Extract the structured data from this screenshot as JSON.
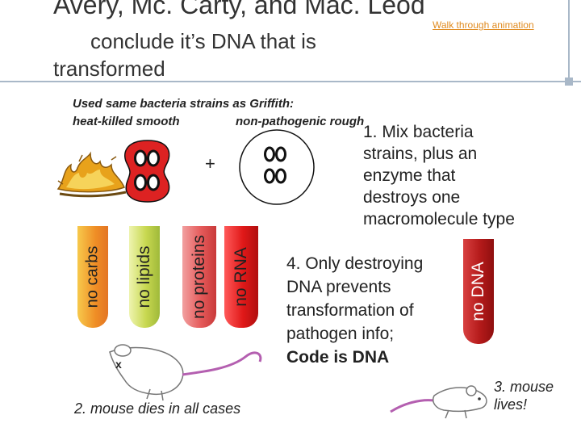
{
  "title": {
    "line1": "Avery, Mc. Carty, and Mac. Leod",
    "line2": "conclude it’s DNA that is",
    "line3": "transformed"
  },
  "header_link": "Walk through animation",
  "intro": {
    "line1": "Used same bacteria strains as Griffith:",
    "heat_killed": "heat-killed smooth",
    "nonpath": "non-pathogenic rough"
  },
  "plus": "+",
  "step1": {
    "lines": [
      "1. Mix bacteria",
      "strains, plus an",
      "enzyme that",
      "destroys one",
      "macromolecule type"
    ]
  },
  "tubes": {
    "carbs": "no carbs",
    "lipids": "no lipids",
    "proteins": "no proteins",
    "rna": "no RNA",
    "dna": "no DNA"
  },
  "step4": {
    "lines": [
      "4. Only destroying",
      "DNA prevents",
      "transformation of",
      "pathogen info;"
    ],
    "bold_line": "Code is DNA"
  },
  "x_mark": "x",
  "step2": "2. mouse dies in all cases",
  "step3": {
    "lines": [
      "3. mouse",
      "lives!"
    ]
  },
  "colors": {
    "title_text": "#333333",
    "link": "#e08a1e",
    "rule": "#a9b8c8",
    "tube_carbs": "#ef8d25",
    "tube_lipids": "#c8d850",
    "tube_proteins": "#e55a5a",
    "tube_rna": "#e01818",
    "tube_dna": "#b41a1a",
    "smooth_capsule": "#dd2222"
  },
  "icons": [
    "heat-flame-icon",
    "smooth-bacteria-icon",
    "rough-bacteria-icon",
    "dead-mouse-icon",
    "live-mouse-icon"
  ]
}
